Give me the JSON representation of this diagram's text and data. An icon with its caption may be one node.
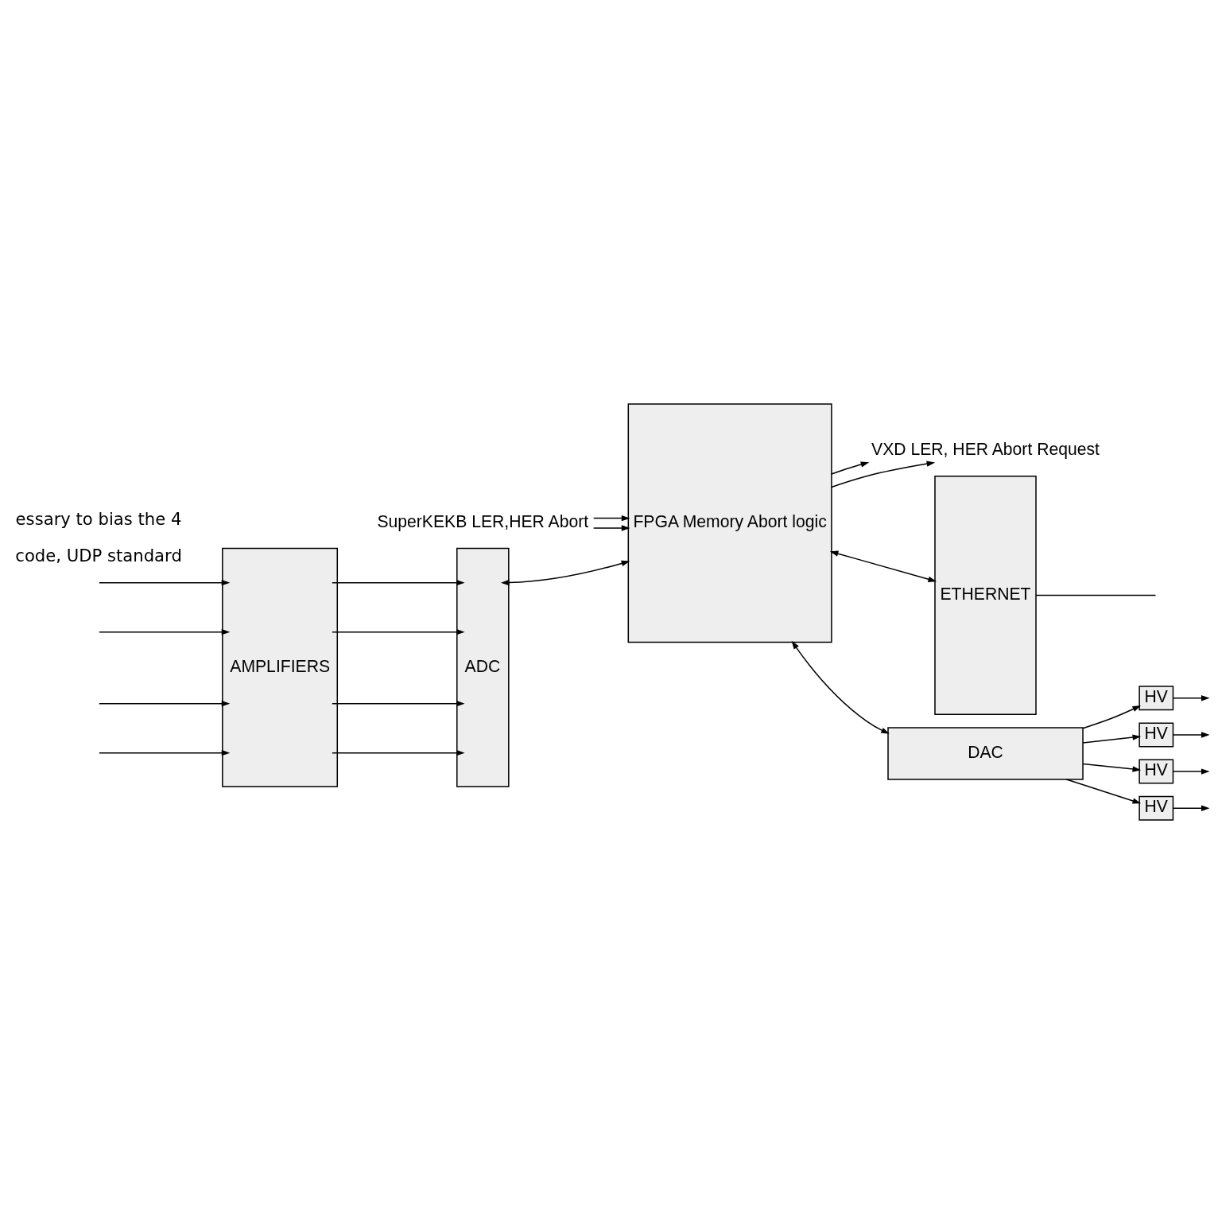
{
  "diagram": {
    "nodes": [
      {
        "text": [
          "VXD LER, HER Abort Request"
        ]
      },
      {
        "text": [
          "SuperKEKB LER,HER Abort"
        ]
      },
      {
        "text": [
          "AMPLIFIERS"
        ]
      },
      {
        "text": [
          "ADC"
        ]
      },
      {
        "text": [
          "FPGA Memory Abort logic"
        ]
      },
      {
        "text": [
          "ETHERNET"
        ]
      },
      {
        "text": [
          "DAC"
        ]
      },
      {
        "text": [
          "HV"
        ]
      },
      {
        "text": [
          "HV"
        ]
      },
      {
        "text": [
          "HV"
        ]
      },
      {
        "text": [
          "HV"
        ]
      }
    ],
    "edges": [
      {
        "from": null,
        "to": 2,
        "arrow": "to"
      },
      {
        "from": null,
        "to": 2,
        "arrow": "to"
      },
      {
        "from": null,
        "to": 2,
        "arrow": "to"
      },
      {
        "from": null,
        "to": 2,
        "arrow": "to"
      },
      {
        "from": 2,
        "to": 3,
        "arrow": "to"
      },
      {
        "from": 2,
        "to": 3,
        "arrow": "to"
      },
      {
        "from": 2,
        "to": 3,
        "arrow": "to"
      },
      {
        "from": 2,
        "to": 3,
        "arrow": "to"
      },
      {
        "from": 3,
        "to": 4,
        "arrow": "both"
      },
      {
        "from": 4,
        "to": 0,
        "arrow": "to"
      },
      {
        "from": 4,
        "to": 0,
        "arrow": "to"
      },
      {
        "from": 1,
        "to": 4,
        "arrow": "to"
      },
      {
        "from": 1,
        "to": 4,
        "arrow": "to"
      },
      {
        "from": 4,
        "to": 5,
        "arrow": "both"
      },
      {
        "from": 5,
        "to": null,
        "arrow": "none"
      },
      {
        "from": 4,
        "to": 6,
        "arrow": "both"
      },
      {
        "from": 6,
        "to": 7,
        "arrow": "to"
      },
      {
        "from": 6,
        "to": 8,
        "arrow": "to"
      },
      {
        "from": 6,
        "to": 9,
        "arrow": "to"
      },
      {
        "from": 6,
        "to": 10,
        "arrow": "to"
      },
      {
        "from": 7,
        "to": null,
        "arrow": "to"
      },
      {
        "from": 8,
        "to": null,
        "arrow": "to"
      },
      {
        "from": 9,
        "to": null,
        "arrow": "to"
      },
      {
        "from": 10,
        "to": null,
        "arrow": "to"
      }
    ],
    "labels": [
      "code, UDP standard",
      "essary to bias the 4"
    ]
  }
}
